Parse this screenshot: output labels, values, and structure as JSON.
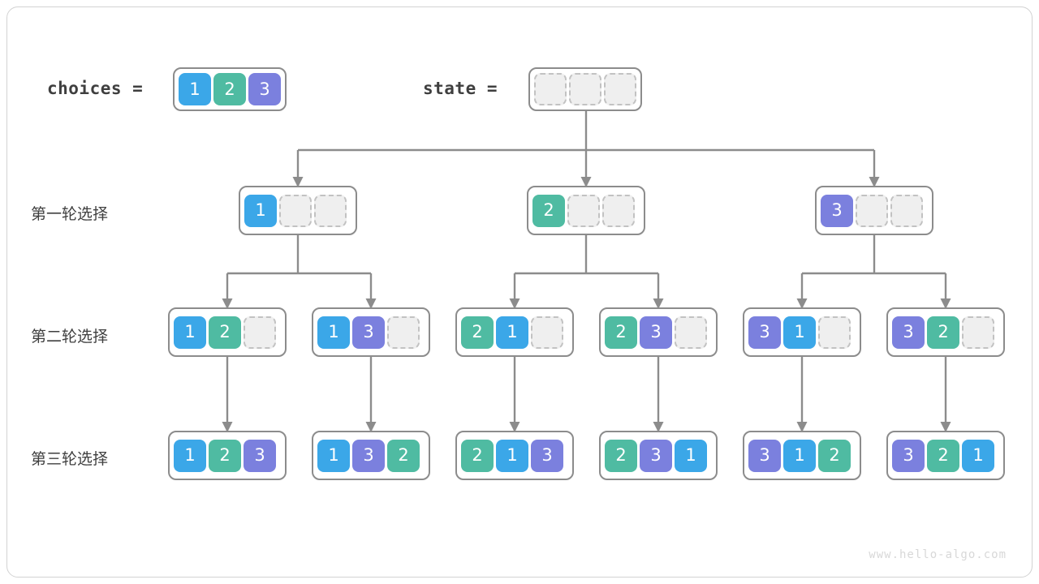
{
  "colors": {
    "blue": "#3ba7e8",
    "green": "#4fbba2",
    "purple": "#7b80de",
    "empty_fill": "#efefef",
    "empty_border": "#c2c2c2",
    "node_border": "#8c8c8c",
    "wire": "#8c8c8c",
    "text": "#3f3f3f",
    "frame": "#d2d2d2",
    "watermark": "#d8d8d8"
  },
  "header": {
    "choices_label": "choices =",
    "state_label": "state =",
    "choices_values": [
      "1",
      "2",
      "3"
    ],
    "state_values": [
      "",
      "",
      ""
    ]
  },
  "row_labels": [
    "第一轮选择",
    "第二轮选择",
    "第三轮选择"
  ],
  "levels": [
    {
      "label": "第一轮选择",
      "nodes": [
        {
          "cells": [
            "1",
            "",
            ""
          ]
        },
        {
          "cells": [
            "2",
            "",
            ""
          ]
        },
        {
          "cells": [
            "3",
            "",
            ""
          ]
        }
      ]
    },
    {
      "label": "第二轮选择",
      "nodes": [
        {
          "cells": [
            "1",
            "2",
            ""
          ]
        },
        {
          "cells": [
            "1",
            "3",
            ""
          ]
        },
        {
          "cells": [
            "2",
            "1",
            ""
          ]
        },
        {
          "cells": [
            "2",
            "3",
            ""
          ]
        },
        {
          "cells": [
            "3",
            "1",
            ""
          ]
        },
        {
          "cells": [
            "3",
            "2",
            ""
          ]
        }
      ]
    },
    {
      "label": "第三轮选择",
      "nodes": [
        {
          "cells": [
            "1",
            "2",
            "3"
          ]
        },
        {
          "cells": [
            "1",
            "3",
            "2"
          ]
        },
        {
          "cells": [
            "2",
            "1",
            "3"
          ]
        },
        {
          "cells": [
            "2",
            "3",
            "1"
          ]
        },
        {
          "cells": [
            "3",
            "1",
            "2"
          ]
        },
        {
          "cells": [
            "3",
            "2",
            "1"
          ]
        }
      ]
    }
  ],
  "watermark": "www.hello-algo.com"
}
